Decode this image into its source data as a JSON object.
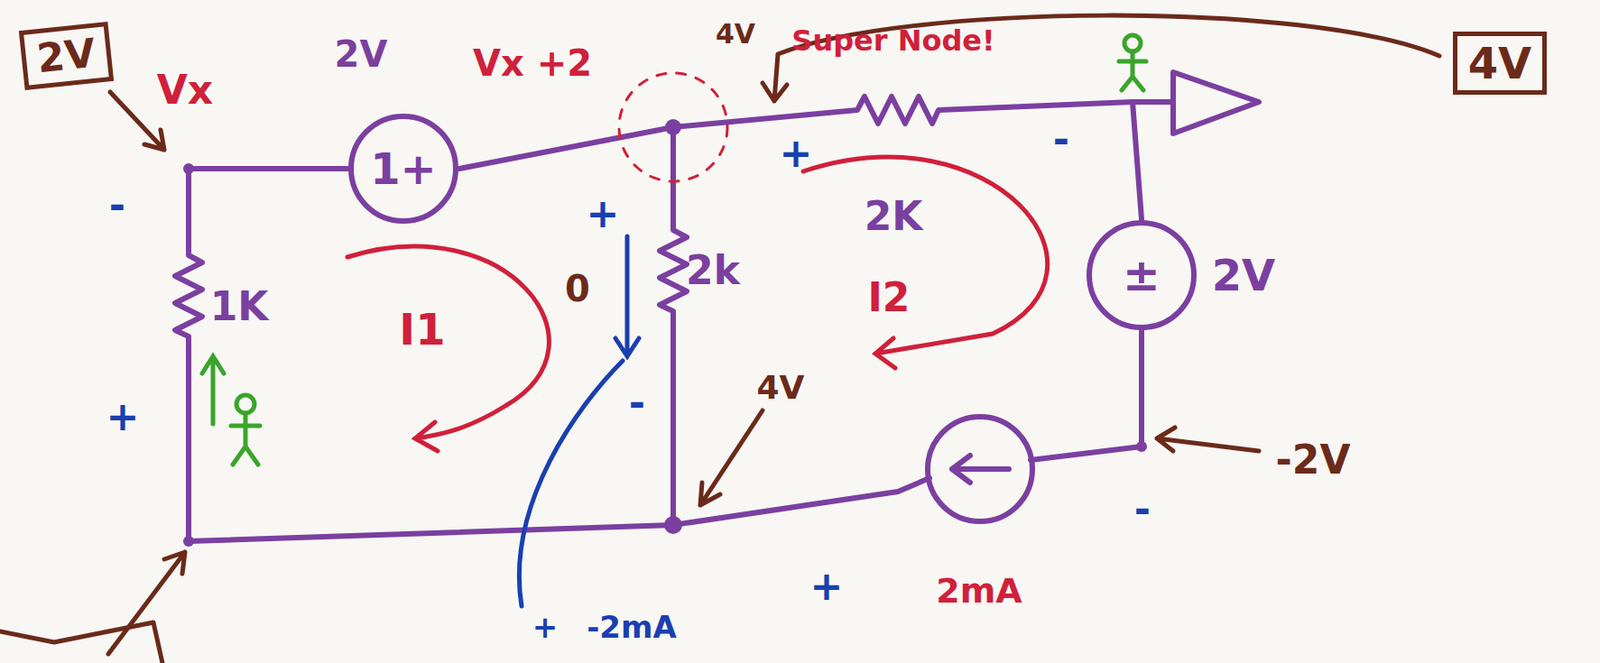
{
  "diagram": {
    "nodes": [
      {
        "text": [
          "2V"
        ]
      },
      {
        "text": [
          "4V"
        ]
      },
      {
        "text": [
          "1+"
        ]
      },
      {
        "text": [
          "±"
        ]
      }
    ],
    "labels": [
      "Vx",
      "2V",
      "Vx +2",
      "4V",
      "Super Node!",
      "2K",
      "2k",
      "1K",
      "0",
      "I1",
      "I2",
      "2V",
      "4V",
      "-2V",
      "2mA",
      "-2mA",
      "-",
      "+",
      "+",
      "-",
      "+",
      "-",
      "-",
      "+",
      "+"
    ]
  }
}
